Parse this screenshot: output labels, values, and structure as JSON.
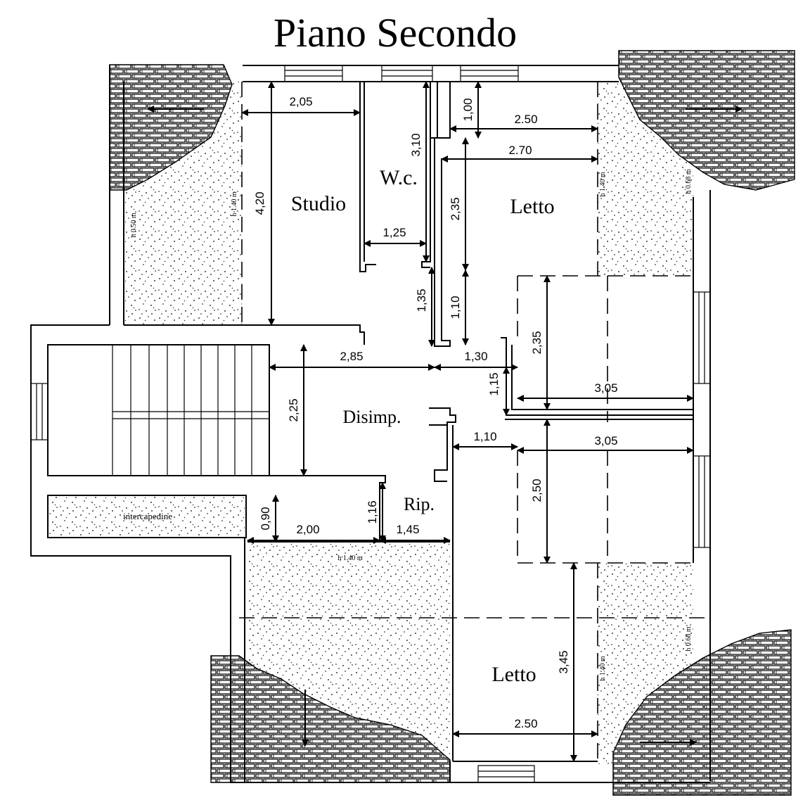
{
  "plan": {
    "title": "Piano Secondo",
    "rooms": {
      "studio": "Studio",
      "wc": "W.c.",
      "letto_top": "Letto",
      "disimp": "Disimp.",
      "rip": "Rip.",
      "letto_bottom": "Letto",
      "intercapedine": "intercapedine"
    },
    "dimensions": {
      "d_205": "2,05",
      "d_420": "4,20",
      "d_310": "3,10",
      "d_100": "1,00",
      "d_250_top": "2.50",
      "d_270": "2.70",
      "d_235_top": "2,35",
      "d_125": "1,25",
      "d_135": "1,35",
      "d_110_vert": "1,10",
      "d_285": "2,85",
      "d_130": "1,30",
      "d_115": "1,15",
      "d_235_right": "2,35",
      "d_305_a": "3,05",
      "d_225": "2,25",
      "d_110_horiz": "1,10",
      "d_305_b": "3,05",
      "d_250_right": "2,50",
      "d_090": "0,90",
      "d_200": "2,00",
      "d_116": "1,16",
      "d_145": "1,45",
      "d_345": "3,45",
      "d_250_bottom": "2.50"
    },
    "heights": {
      "h_050": "h 0.50 m",
      "h_140_studio": "h 1.40 m",
      "h_140_letto": "h 1.40 m",
      "h_068": "h 0.68 m",
      "h_140_bottom": "h 1.40 m",
      "h_140_letto_b": "h 1.40 m",
      "h_068_b": "h 0.68 m"
    }
  }
}
